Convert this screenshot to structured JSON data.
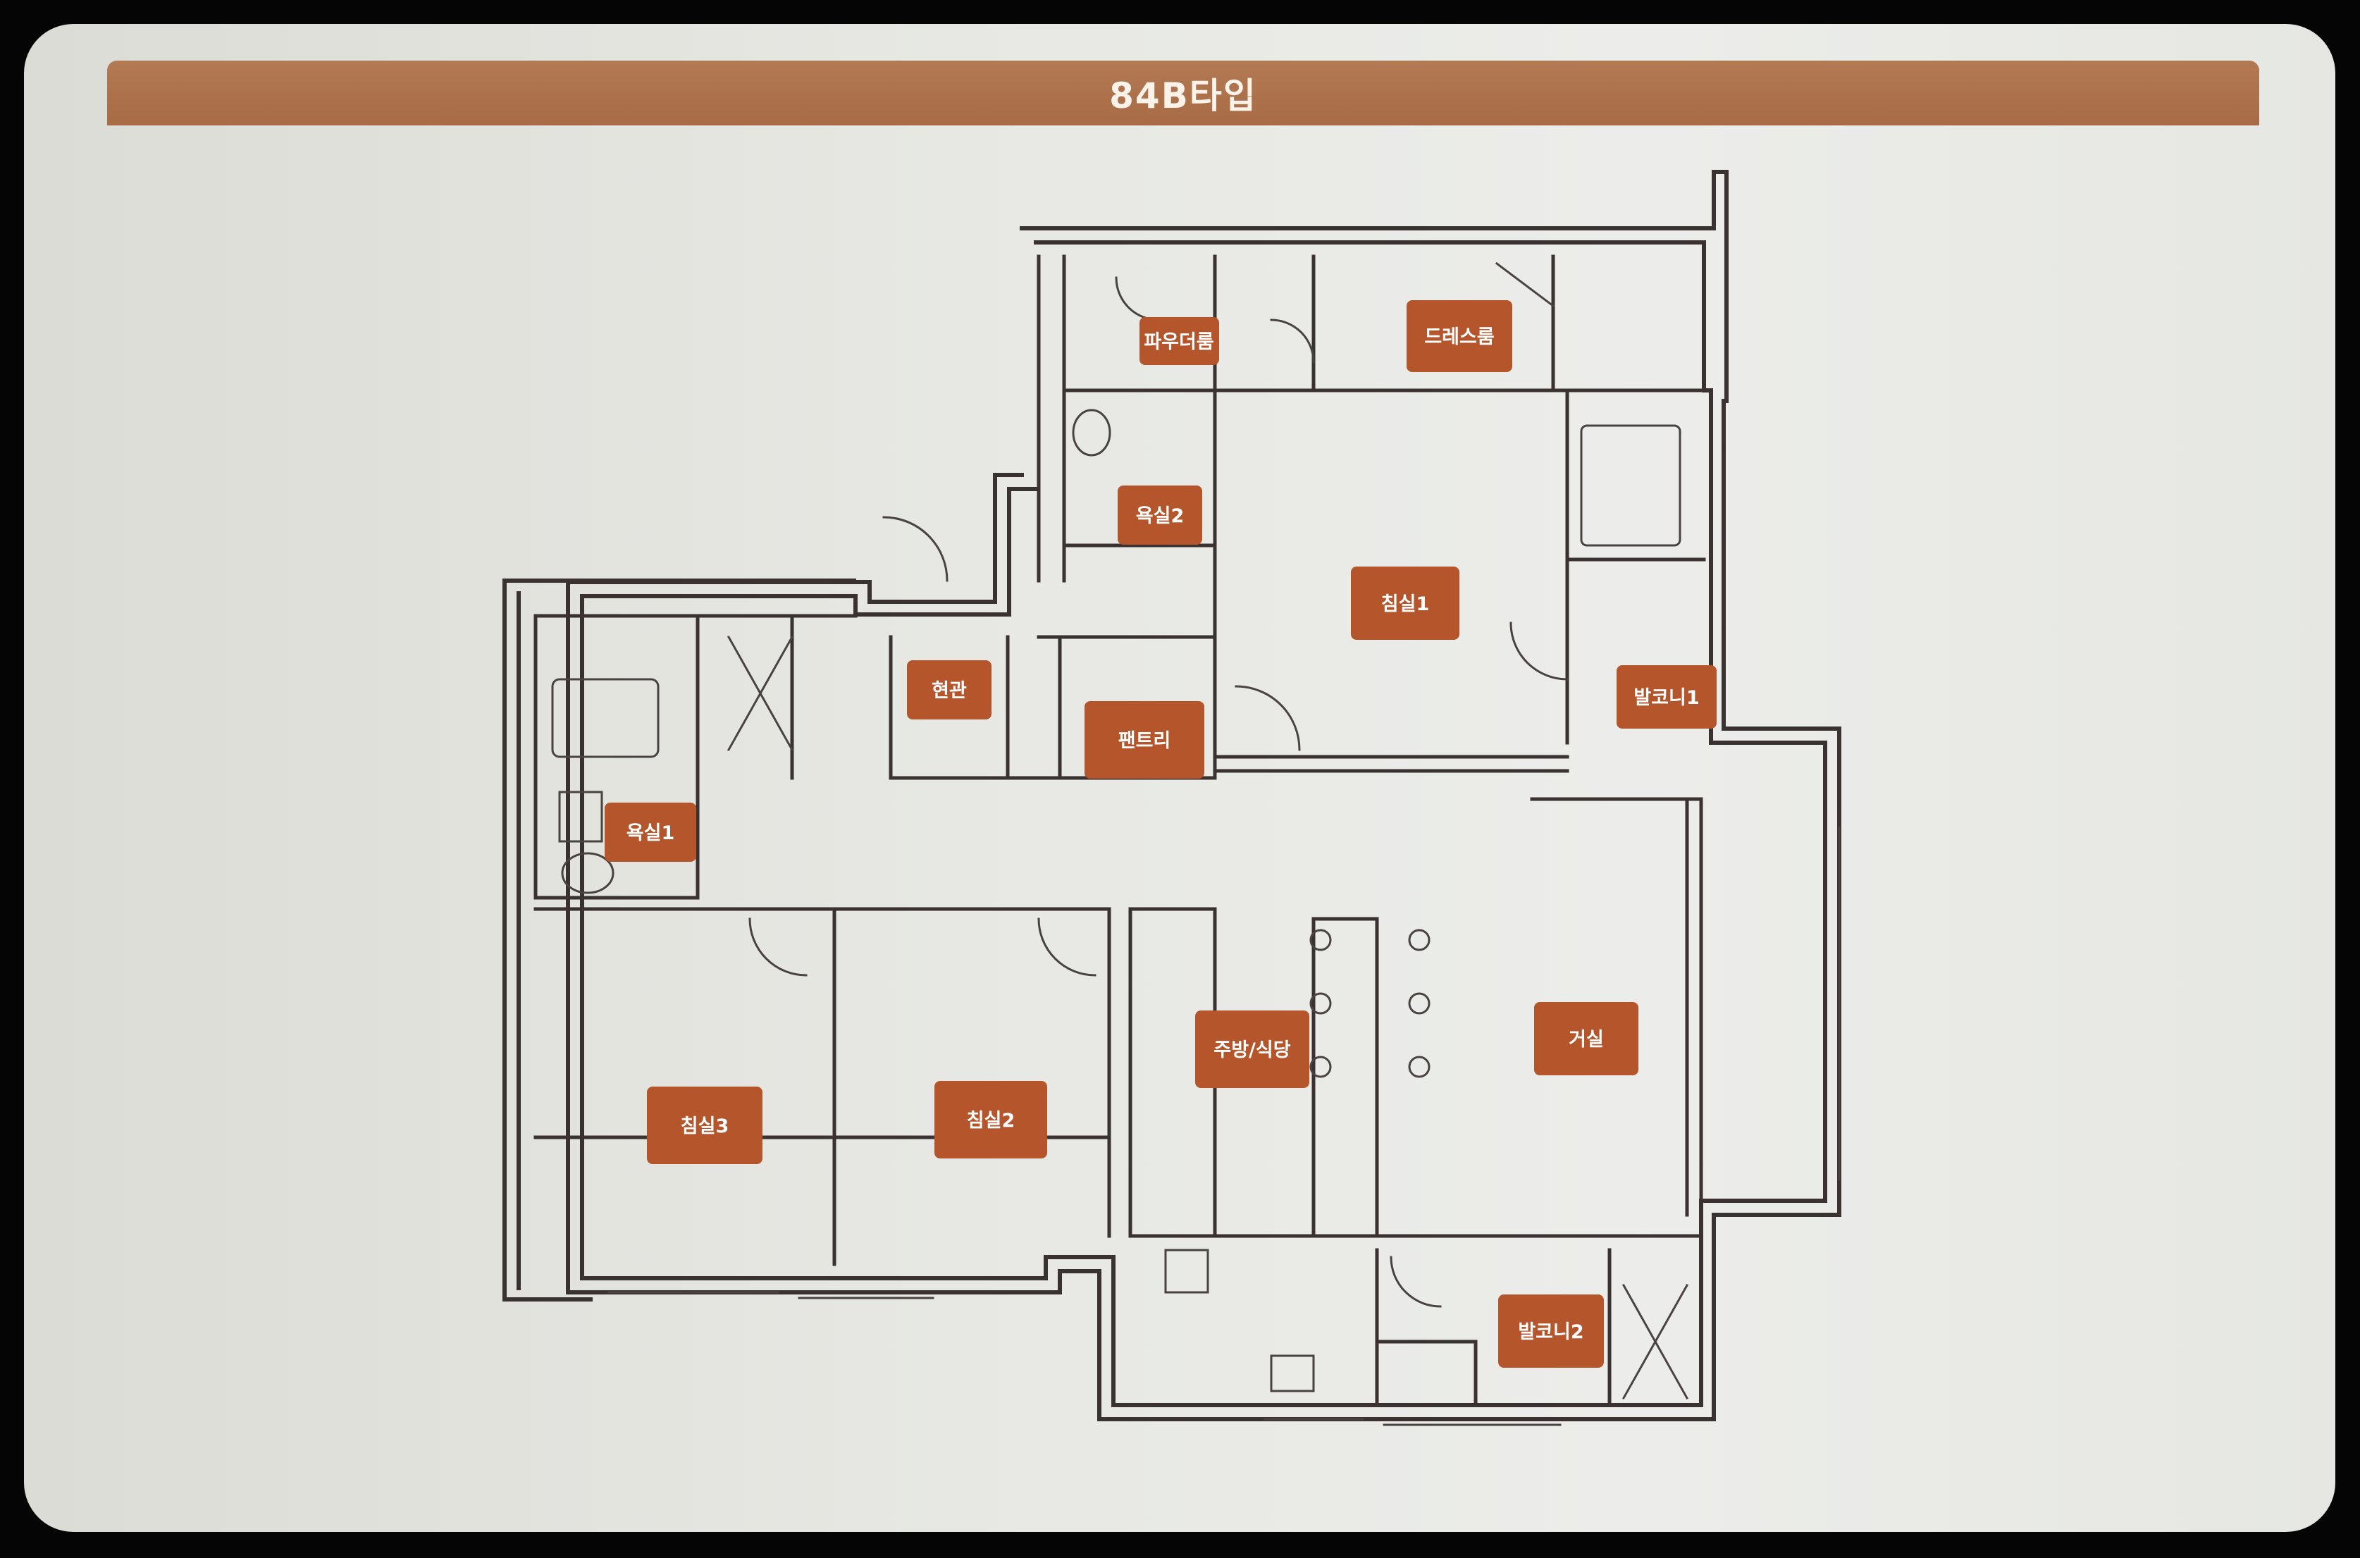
{
  "title": "84B타입",
  "rooms": {
    "powder_room": "파우더룸",
    "dress_room": "드레스룸",
    "bath2": "욕실2",
    "bedroom1": "침실1",
    "entrance": "현관",
    "pantry": "팬트리",
    "balcony1": "발코니1",
    "bath1": "욕실1",
    "kitchen_dining": "주방/식당",
    "living": "거실",
    "bedroom3": "침실3",
    "bedroom2": "침실2",
    "balcony2": "발코니2"
  },
  "colors": {
    "banner": "#a86b45",
    "label_box": "#b4552b",
    "wall": "#2b2523",
    "line": "#5a5250"
  }
}
